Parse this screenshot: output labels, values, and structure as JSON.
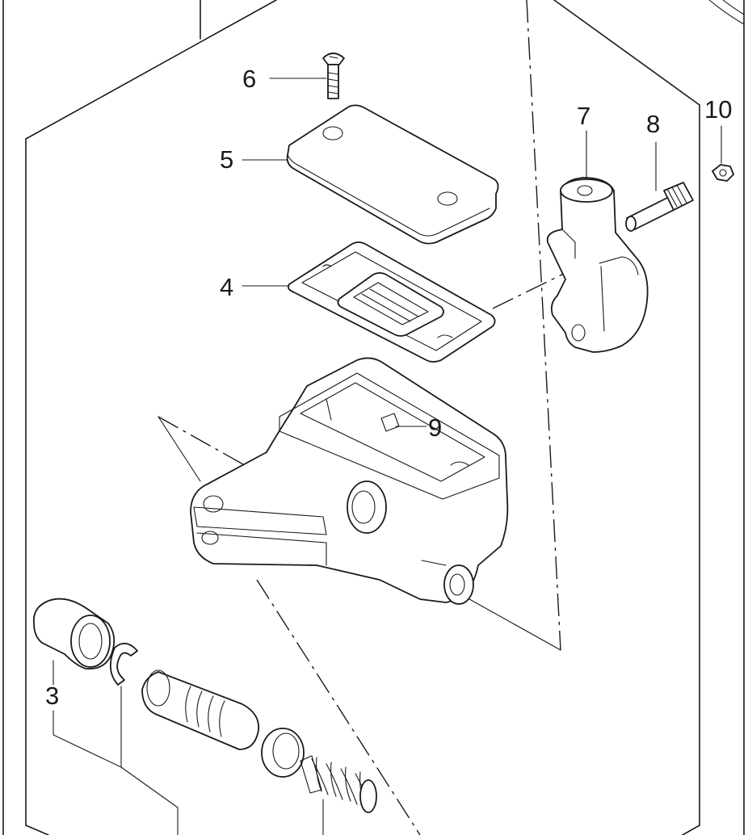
{
  "diagram": {
    "callouts": [
      {
        "id": "callout-1",
        "number": "3"
      },
      {
        "id": "callout-2",
        "number": "4"
      },
      {
        "id": "callout-3",
        "number": "5"
      },
      {
        "id": "callout-4",
        "number": "6"
      },
      {
        "id": "callout-5",
        "number": "7"
      },
      {
        "id": "callout-6",
        "number": "8"
      },
      {
        "id": "callout-7",
        "number": "9"
      },
      {
        "id": "callout-8",
        "number": "10"
      }
    ]
  }
}
